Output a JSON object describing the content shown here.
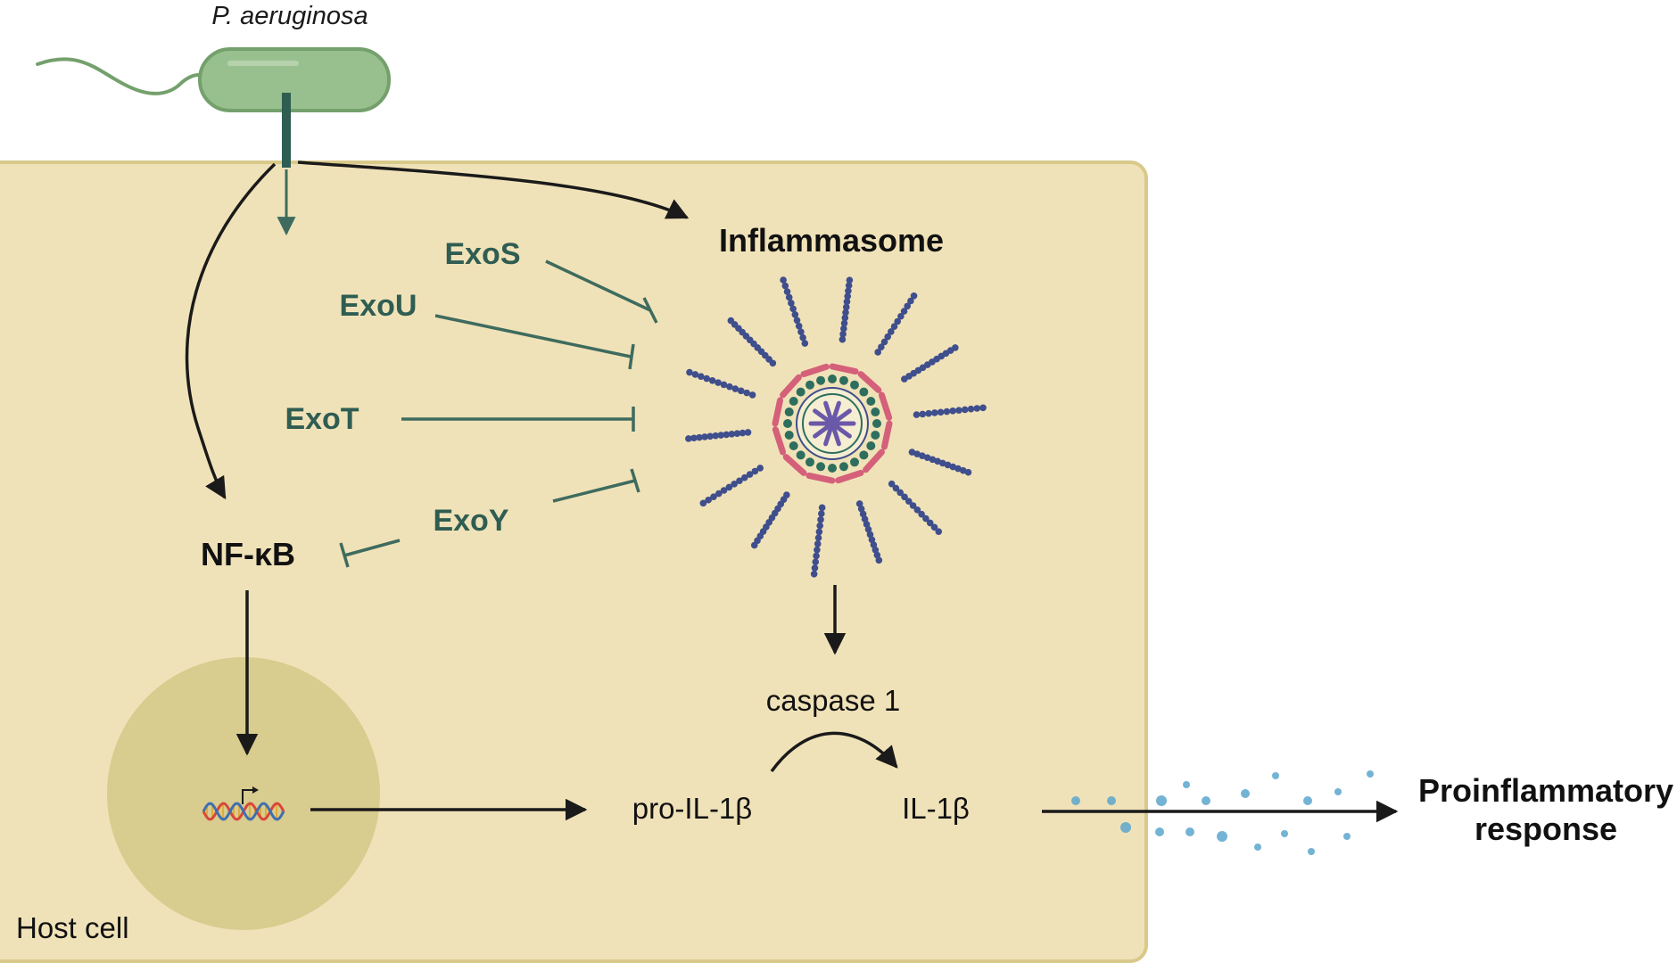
{
  "labels": {
    "bacterium": "P. aeruginosa",
    "host_cell": "Host cell",
    "inflammasome": "Inflammasome",
    "nfkb": "NF-κB",
    "caspase": "caspase 1",
    "pro_il1b": "pro-IL-1β",
    "il1b": "IL-1β",
    "response_line1": "Proinflammatory",
    "response_line2": "response"
  },
  "effectors": [
    {
      "id": "exos",
      "label": "ExoS"
    },
    {
      "id": "exou",
      "label": "ExoU"
    },
    {
      "id": "exot",
      "label": "ExoT"
    },
    {
      "id": "exoy",
      "label": "ExoY"
    }
  ],
  "colors": {
    "host_cell_fill": "#F0E2B8",
    "host_cell_stroke": "#D9C98A",
    "nucleus_fill": "#D8CC8E",
    "bacterium_fill": "#98C08E",
    "bacterium_stroke": "#74A06C",
    "effector_text": "#2F5D52",
    "inhibition_line": "#3E6B5E",
    "arrow": "#1A1A1A",
    "inflammasome_spoke": "#3F4E8C",
    "inflammasome_ring": "#D4607A",
    "inflammasome_core_dots": "#2E6E5E",
    "inflammasome_center": "#6A58A8",
    "cytokine_dots": "#5AA6CC",
    "dna_strand_red": "#D9473A",
    "dna_strand_blue": "#3F6FB0"
  }
}
